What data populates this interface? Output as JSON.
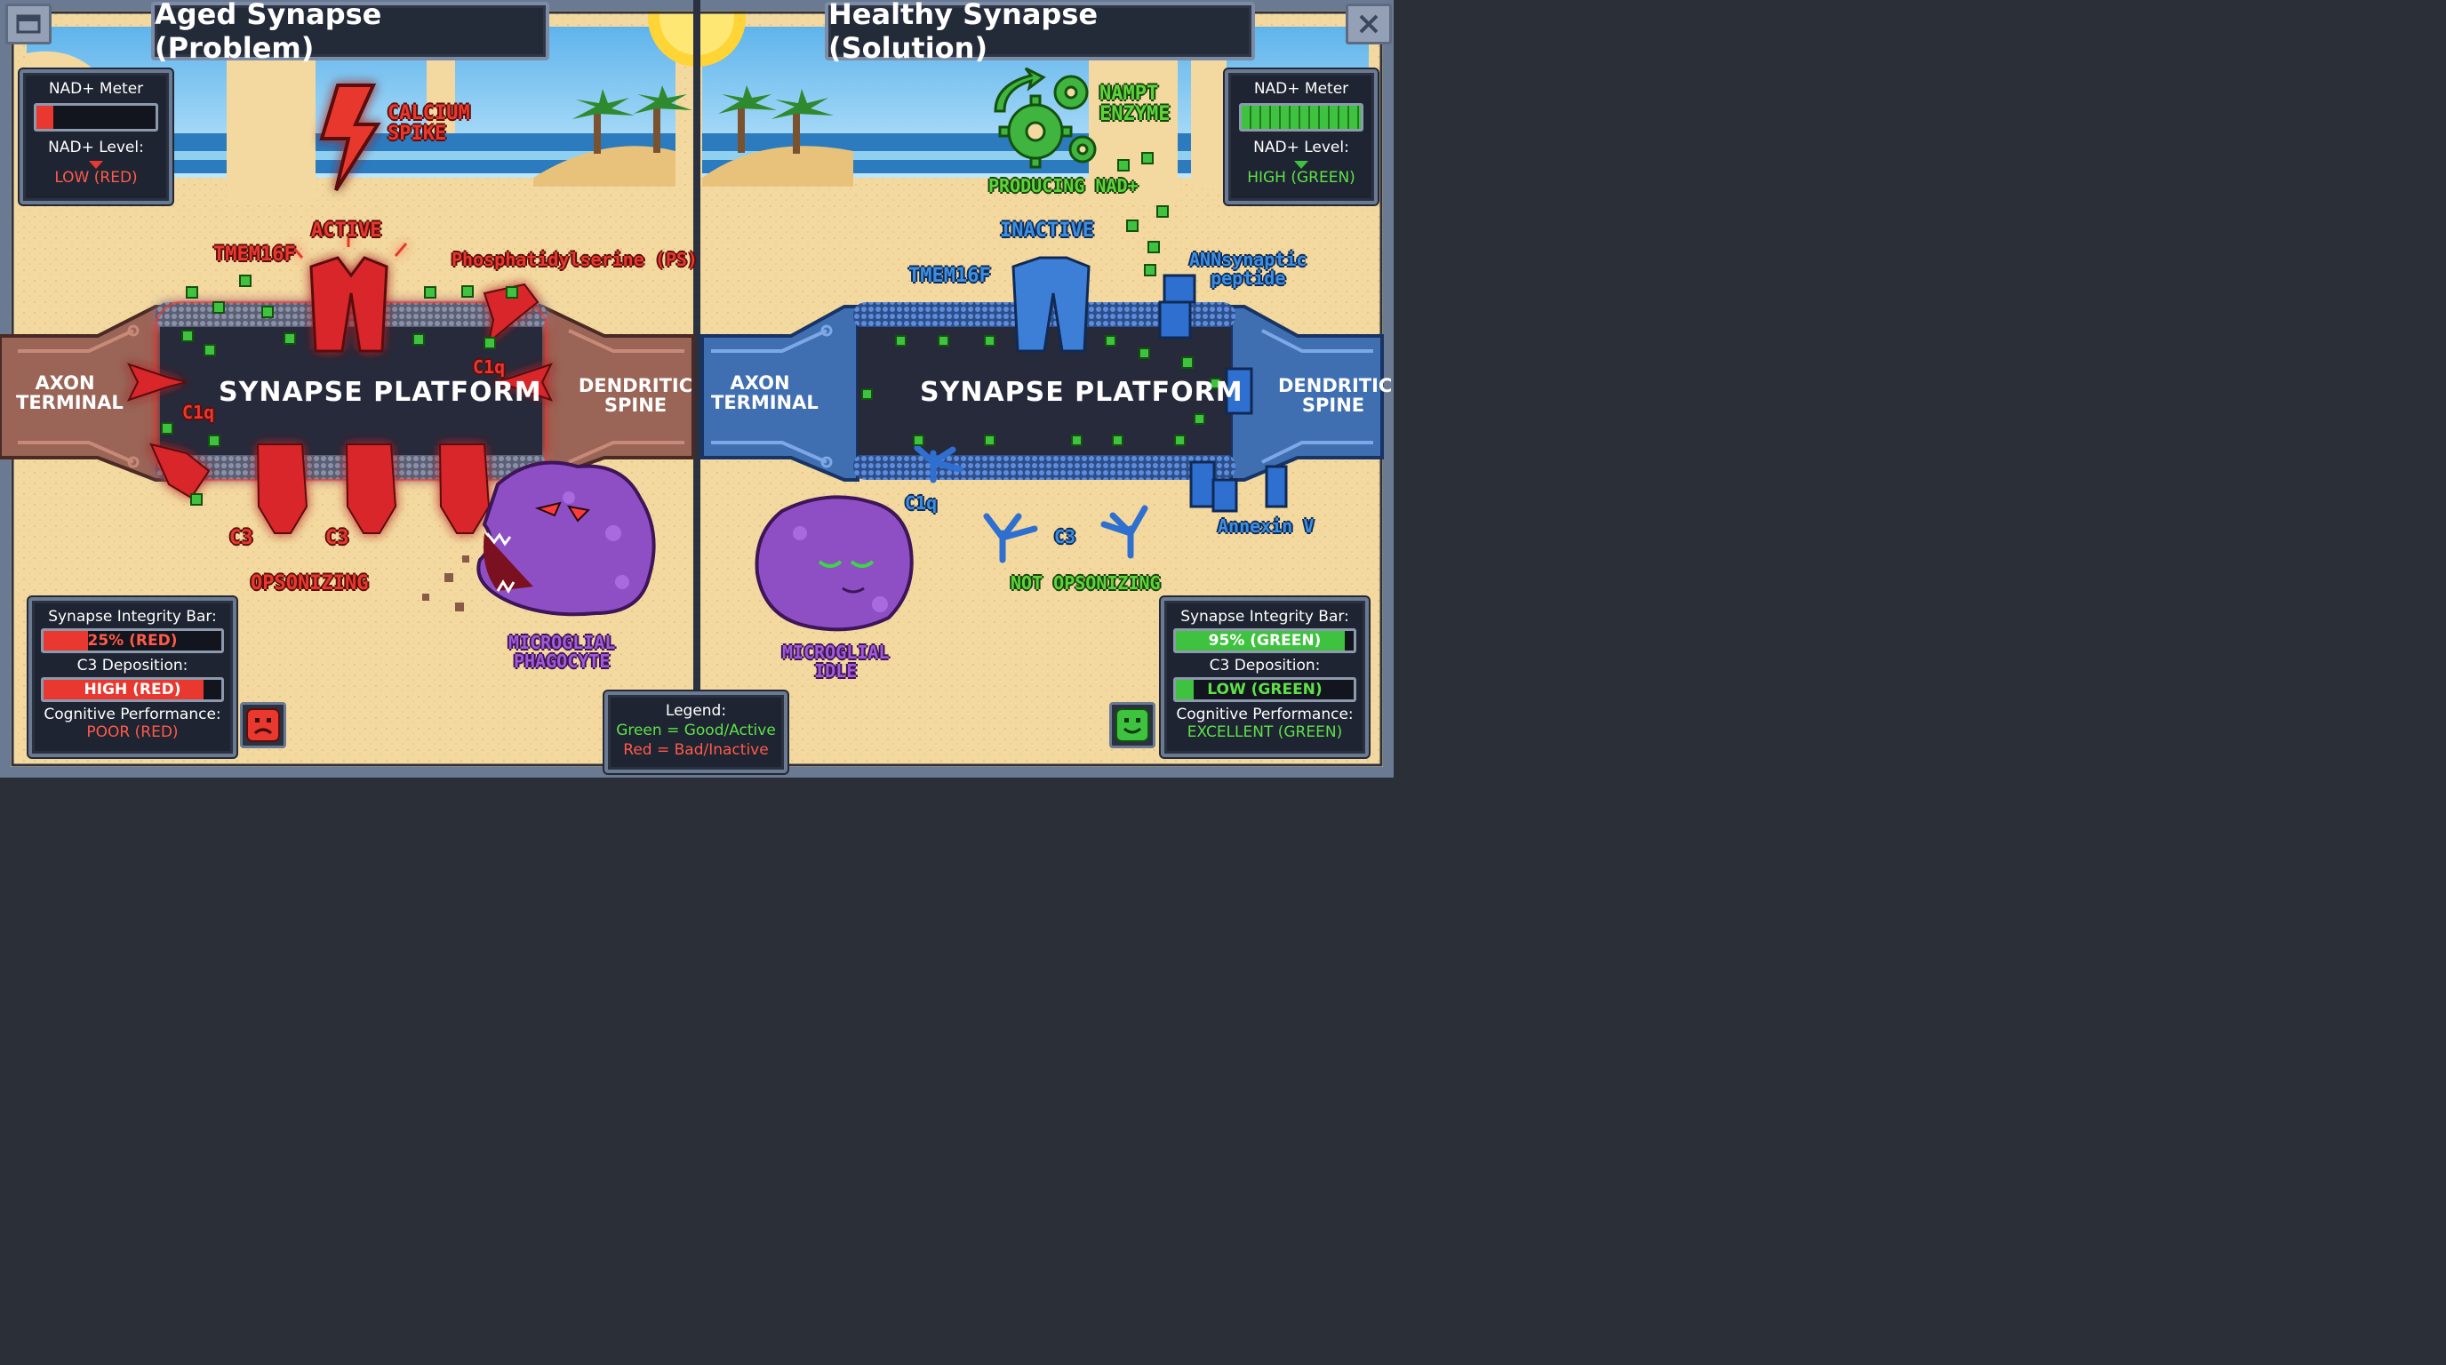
{
  "window": {
    "left_corner_icon": "window-icon",
    "right_corner_icon": "close-icon"
  },
  "left": {
    "title": "Aged Synapse (Problem)",
    "nad_meter": {
      "title": "NAD+ Meter",
      "level_label": "NAD+ Level:",
      "level_value": "LOW (RED)",
      "fill_fraction": 0.14
    },
    "calcium_spike": "CALCIUM\nSPIKE",
    "active": "ACTIVE",
    "tmem": "TMEM16F",
    "ps": "Phosphatidylserine (PS)",
    "c1q_a": "C1q",
    "c1q_b": "C1q",
    "axon": "AXON\nTERMINAL",
    "platform": "SYNAPSE PLATFORM",
    "dendrite": "DENDRITIC\nSPINE",
    "c3_a": "C3",
    "c3_b": "C3",
    "opsonizing": "OPSONIZING",
    "microglia": "MICROGLIAL\nPHAGOCYTE",
    "stats": {
      "integrity_label": "Synapse Integrity Bar:",
      "integrity_value": "25% (RED)",
      "integrity_fraction": 0.25,
      "c3_label": "C3 Deposition:",
      "c3_value": "HIGH (RED)",
      "c3_fraction": 0.9,
      "cog_label": "Cognitive Performance:",
      "cog_value": "POOR (RED)",
      "face_icon": "sad-face-icon"
    }
  },
  "right": {
    "title": "Healthy Synapse (Solution)",
    "nad_meter": {
      "title": "NAD+ Meter",
      "level_label": "NAD+ Level:",
      "level_value": "HIGH (GREEN)",
      "fill_fraction": 1.0
    },
    "nampt": "NAMPT\nENZYME",
    "producing": "PRODUCING NAD+",
    "inactive": "INACTIVE",
    "tmem": "TMEM16F",
    "ann": "ANNsynaptic\npeptide",
    "axon": "AXON\nTERMINAL",
    "platform": "SYNAPSE PLATFORM",
    "dendrite": "DENDRITIC\nSPINE",
    "c1q": "C1q",
    "c3": "C3",
    "annexin": "Annexin V",
    "not_opsonizing": "NOT OPSONIZING",
    "microglia": "MICROGLIAL\nIDLE",
    "stats": {
      "integrity_label": "Synapse Integrity Bar:",
      "integrity_value": "95% (GREEN)",
      "integrity_fraction": 0.95,
      "c3_label": "C3 Deposition:",
      "c3_value": "LOW (GREEN)",
      "c3_fraction": 0.1,
      "cog_label": "Cognitive Performance:",
      "cog_value": "EXCELLENT (GREEN)",
      "face_icon": "happy-face-icon"
    }
  },
  "legend": {
    "title": "Legend:",
    "green": "Green = Good/Active",
    "red": "Red = Bad/Inactive"
  },
  "colors": {
    "bad": "#e8382f",
    "good": "#5fd33c",
    "blue": "#3d8fe0",
    "purple": "#a35ad6",
    "sand": "#f3d9a0",
    "panel": "#1e2431"
  }
}
